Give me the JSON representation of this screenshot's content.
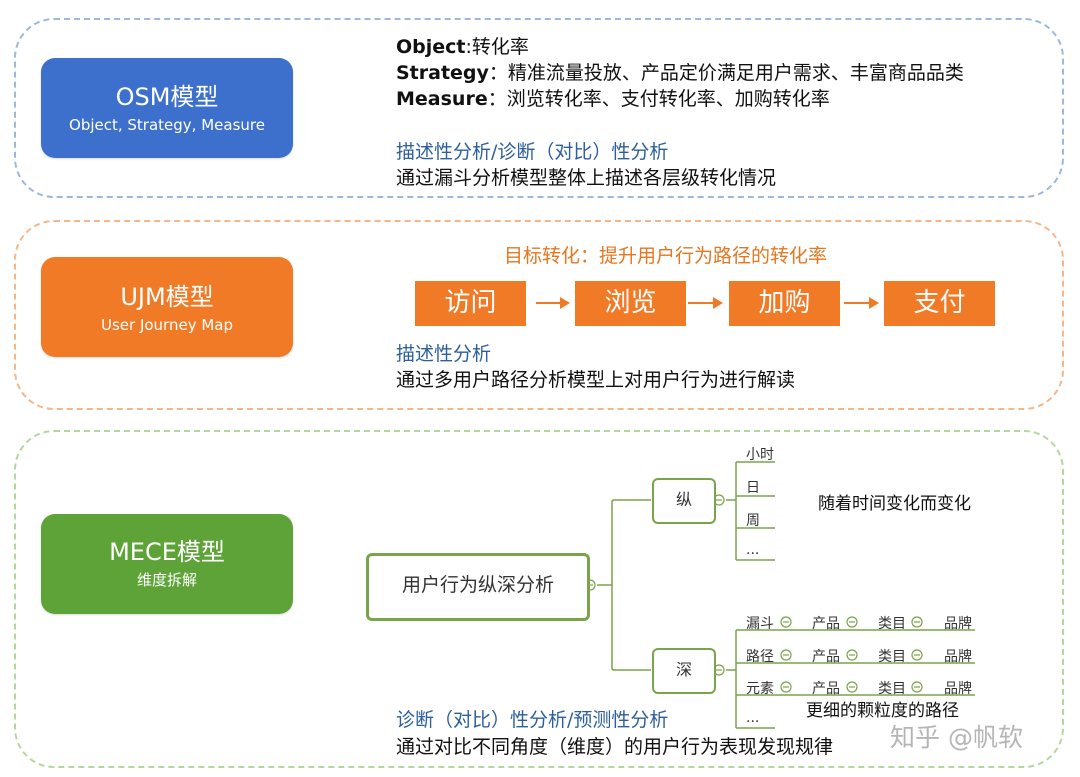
{
  "osm": {
    "title": "OSM模型",
    "subtitle": "Object, Strategy, Measure",
    "object_label": "Object",
    "object_value": ":转化率",
    "strategy_label": "Strategy",
    "strategy_value": "：精准流量投放、产品定价满足用户需求、丰富商品品类",
    "measure_label": "Measure",
    "measure_value": "：浏览转化率、支付转化率、加购转化率",
    "analysis_type": "描述性分析/诊断（对比）性分析",
    "analysis_desc": "通过漏斗分析模型整体上描述各层级转化情况"
  },
  "ujm": {
    "title": "UJM模型",
    "subtitle": "User Journey Map",
    "goal": "目标转化：提升用户行为路径的转化率",
    "steps": [
      "访问",
      "浏览",
      "加购",
      "支付"
    ],
    "analysis_type": "描述性分析",
    "analysis_desc": "通过多用户路径分析模型上对用户行为进行解读"
  },
  "mece": {
    "title": "MECE模型",
    "subtitle": "维度拆解",
    "root": "用户行为纵深分析",
    "vertical": {
      "label": "纵",
      "items": [
        "小时",
        "日",
        "周",
        "..."
      ],
      "note": "随着时间变化而变化"
    },
    "depth": {
      "label": "深",
      "rows": [
        [
          "漏斗",
          "产品",
          "类目",
          "品牌"
        ],
        [
          "路径",
          "产品",
          "类目",
          "品牌"
        ],
        [
          "元素",
          "产品",
          "类目",
          "品牌"
        ]
      ],
      "ellipsis": "...",
      "note": "更细的颗粒度的路径"
    },
    "analysis_type": "诊断（对比）性分析/预测性分析",
    "analysis_desc": "通过对比不同角度（维度）的用户行为表现发现规律"
  },
  "watermark": "知乎 @帆软",
  "colors": {
    "blue": "#3d70cc",
    "orange": "#f07a26",
    "green": "#5ea337"
  }
}
